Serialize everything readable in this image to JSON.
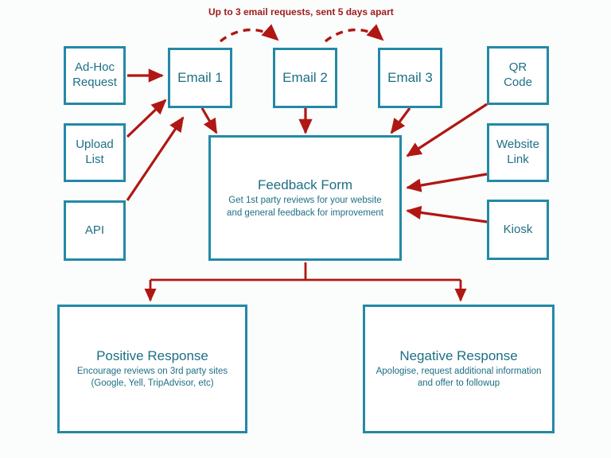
{
  "diagram": {
    "caption": "Up to 3 email requests, sent 5 days apart",
    "caption_color": "#9e1b1b",
    "box_border_color": "#2389a6",
    "box_text_color": "#1d6f84",
    "arrow_color": "#b01713",
    "background_color": "#fbfcfc"
  },
  "sources_left": [
    {
      "label_line1": "Ad-Hoc",
      "label_line2": "Request"
    },
    {
      "label_line1": "Upload",
      "label_line2": "List"
    },
    {
      "label_line1": "API",
      "label_line2": ""
    }
  ],
  "sources_right": [
    {
      "label_line1": "QR",
      "label_line2": "Code"
    },
    {
      "label_line1": "Website",
      "label_line2": "Link"
    },
    {
      "label_line1": "Kiosk",
      "label_line2": ""
    }
  ],
  "emails": [
    {
      "label": "Email 1"
    },
    {
      "label": "Email 2"
    },
    {
      "label": "Email 3"
    }
  ],
  "feedback_form": {
    "title": "Feedback Form",
    "sub_line1": "Get 1st party reviews for your website",
    "sub_line2": "and general feedback for improvement"
  },
  "responses": [
    {
      "title": "Positive Response",
      "sub_line1": "Encourage reviews on 3rd party sites",
      "sub_line2": "(Google, Yell, TripAdvisor, etc)"
    },
    {
      "title": "Negative Response",
      "sub_line1": "Apologise, request additional information",
      "sub_line2": "and offer to followup"
    }
  ]
}
